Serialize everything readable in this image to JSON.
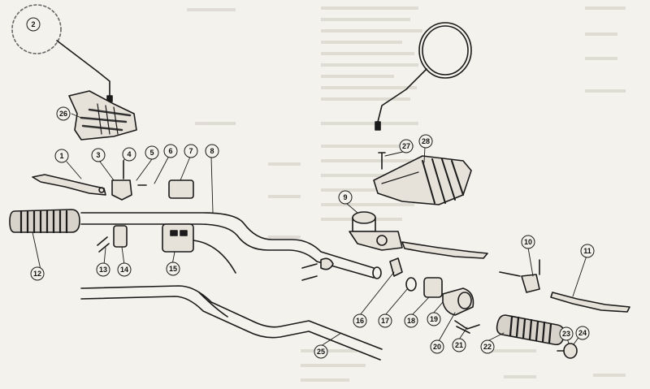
{
  "diagram": {
    "callouts": [
      {
        "id": "1",
        "label": "1"
      },
      {
        "id": "2",
        "label": "2"
      },
      {
        "id": "3",
        "label": "3"
      },
      {
        "id": "4",
        "label": "4"
      },
      {
        "id": "5",
        "label": "5"
      },
      {
        "id": "6",
        "label": "6"
      },
      {
        "id": "7",
        "label": "7"
      },
      {
        "id": "8",
        "label": "8"
      },
      {
        "id": "9",
        "label": "9"
      },
      {
        "id": "10",
        "label": "10"
      },
      {
        "id": "11",
        "label": "11"
      },
      {
        "id": "12",
        "label": "12"
      },
      {
        "id": "13",
        "label": "13"
      },
      {
        "id": "14",
        "label": "14"
      },
      {
        "id": "15",
        "label": "15"
      },
      {
        "id": "16",
        "label": "16"
      },
      {
        "id": "17",
        "label": "17"
      },
      {
        "id": "18",
        "label": "18"
      },
      {
        "id": "19",
        "label": "19"
      },
      {
        "id": "20",
        "label": "20"
      },
      {
        "id": "21",
        "label": "21"
      },
      {
        "id": "22",
        "label": "22"
      },
      {
        "id": "23",
        "label": "23"
      },
      {
        "id": "24",
        "label": "24"
      },
      {
        "id": "25",
        "label": "25"
      },
      {
        "id": "26",
        "label": "26"
      },
      {
        "id": "27",
        "label": "27"
      },
      {
        "id": "28",
        "label": "28"
      }
    ]
  },
  "colors": {
    "paper": "#f4f2ec",
    "ink": "#1a1a1a",
    "bleed_through": "#cfcbc2"
  }
}
